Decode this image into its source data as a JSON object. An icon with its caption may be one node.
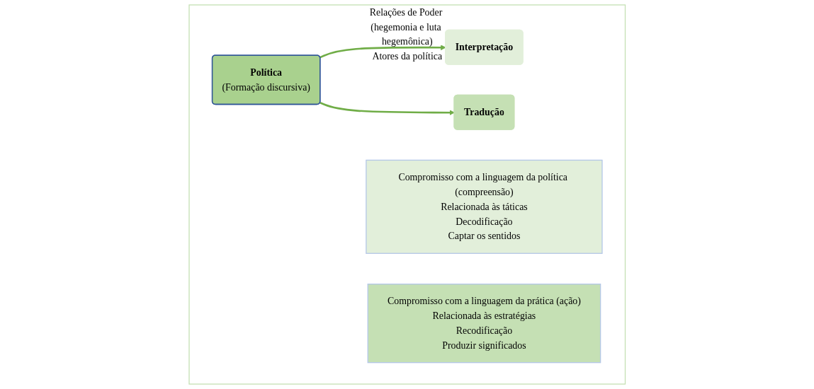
{
  "diagram": {
    "nodes": [
      {
        "text": [
          "Relações de Poder (hegemonia e luta hegemônica)",
          "Atores da política"
        ]
      },
      {
        "text": [
          "Política",
          "(Formação discursiva)"
        ],
        "in": 0
      },
      {
        "text": [
          "Interpretação"
        ],
        "in": 0
      },
      {
        "text": [
          "Compromisso com a linguagem da política (compreensão)",
          "Relacionada às táticas",
          "Decodificação",
          "Captar os sentidos"
        ],
        "in": 0
      },
      {
        "text": [
          "Tradução"
        ],
        "in": 0
      },
      {
        "text": [
          "Compromisso com a linguagem da prática (ação)",
          "Relacionada às estratégias",
          "Recodificação",
          "Produzir significados"
        ],
        "in": 0
      }
    ],
    "edges": [
      {
        "from": 1,
        "to": 2,
        "arrow": "to"
      },
      {
        "from": 1,
        "to": 4,
        "arrow": "to"
      }
    ]
  }
}
